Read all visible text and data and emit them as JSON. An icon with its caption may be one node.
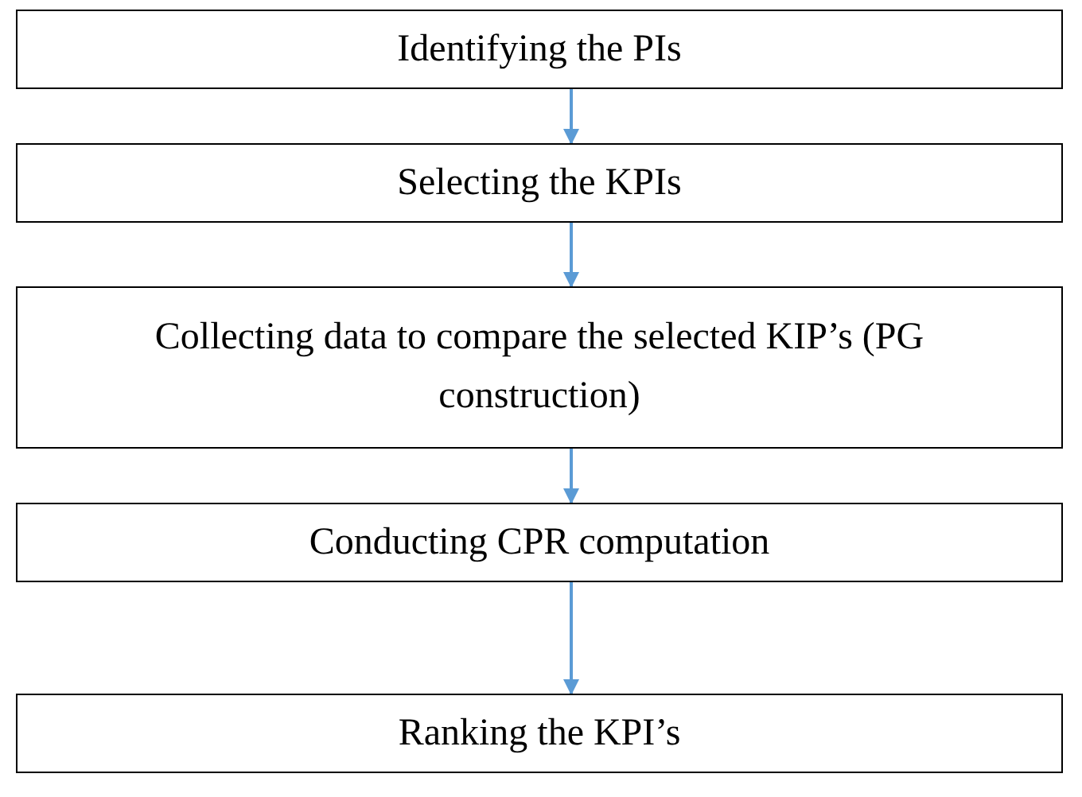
{
  "diagram": {
    "nodes": [
      {
        "text": [
          "Identifying the PIs"
        ]
      },
      {
        "text": [
          "Selecting the KPIs"
        ]
      },
      {
        "text": [
          "Collecting data to compare the selected KIP’s (PG construction)"
        ]
      },
      {
        "text": [
          "Conducting CPR computation"
        ]
      },
      {
        "text": [
          "Ranking the KPI’s"
        ]
      }
    ],
    "edges": [
      {
        "from": 0,
        "to": 1,
        "arrow": "to"
      },
      {
        "from": 1,
        "to": 2,
        "arrow": "to"
      },
      {
        "from": 2,
        "to": 3,
        "arrow": "to"
      },
      {
        "from": 3,
        "to": 4,
        "arrow": "to"
      }
    ]
  }
}
